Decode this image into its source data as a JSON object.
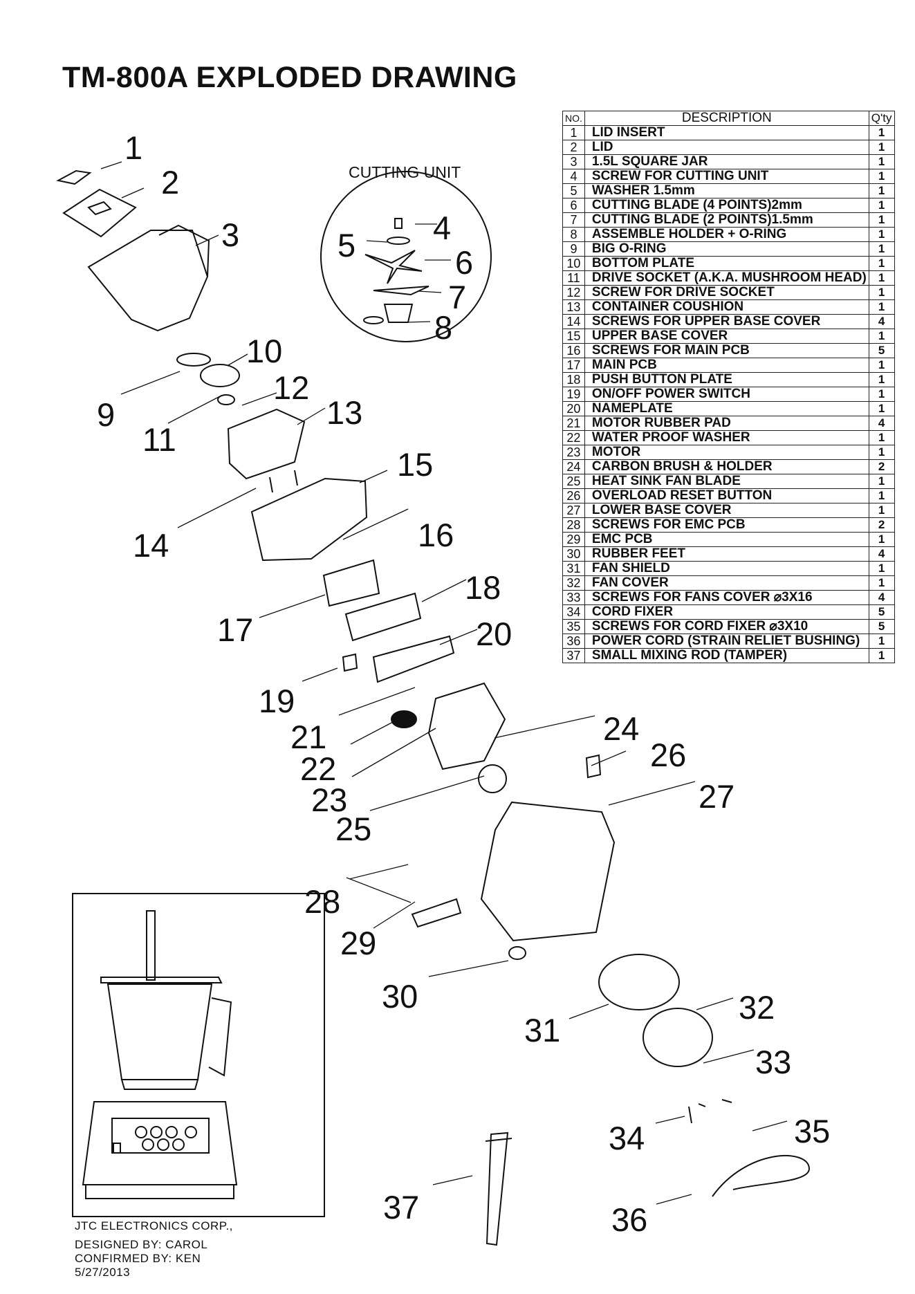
{
  "title": "TM-800A EXPLODED DRAWING",
  "cutting_unit_label": "CUTTING UNIT",
  "table": {
    "headers": {
      "no": "NO.",
      "description": "DESCRIPTION",
      "qty": "Q'ty"
    },
    "rows": [
      {
        "no": "1",
        "description": "LID INSERT",
        "qty": "1"
      },
      {
        "no": "2",
        "description": "LID",
        "qty": "1"
      },
      {
        "no": "3",
        "description": "1.5L SQUARE JAR",
        "qty": "1"
      },
      {
        "no": "4",
        "description": "SCREW FOR CUTTING UNIT",
        "qty": "1"
      },
      {
        "no": "5",
        "description": "WASHER 1.5mm",
        "qty": "1"
      },
      {
        "no": "6",
        "description": "CUTTING BLADE (4 POINTS)2mm",
        "qty": "1"
      },
      {
        "no": "7",
        "description": "CUTTING BLADE (2 POINTS)1.5mm",
        "qty": "1"
      },
      {
        "no": "8",
        "description": "ASSEMBLE HOLDER + O-RING",
        "qty": "1"
      },
      {
        "no": "9",
        "description": "BIG O-RING",
        "qty": "1"
      },
      {
        "no": "10",
        "description": "BOTTOM PLATE",
        "qty": "1"
      },
      {
        "no": "11",
        "description": "DRIVE SOCKET (A.K.A. MUSHROOM HEAD)",
        "qty": "1"
      },
      {
        "no": "12",
        "description": "SCREW FOR DRIVE SOCKET",
        "qty": "1"
      },
      {
        "no": "13",
        "description": "CONTAINER COUSHION",
        "qty": "1"
      },
      {
        "no": "14",
        "description": "SCREWS FOR UPPER BASE COVER",
        "qty": "4"
      },
      {
        "no": "15",
        "description": "UPPER BASE COVER",
        "qty": "1"
      },
      {
        "no": "16",
        "description": "SCREWS FOR MAIN PCB",
        "qty": "5"
      },
      {
        "no": "17",
        "description": "MAIN PCB",
        "qty": "1"
      },
      {
        "no": "18",
        "description": "PUSH BUTTON PLATE",
        "qty": "1"
      },
      {
        "no": "19",
        "description": "ON/OFF POWER SWITCH",
        "qty": "1"
      },
      {
        "no": "20",
        "description": "NAMEPLATE",
        "qty": "1"
      },
      {
        "no": "21",
        "description": "MOTOR RUBBER PAD",
        "qty": "4"
      },
      {
        "no": "22",
        "description": "WATER PROOF WASHER",
        "qty": "1"
      },
      {
        "no": "23",
        "description": "MOTOR",
        "qty": "1"
      },
      {
        "no": "24",
        "description": "CARBON BRUSH & HOLDER",
        "qty": "2"
      },
      {
        "no": "25",
        "description": "HEAT SINK FAN BLADE",
        "qty": "1"
      },
      {
        "no": "26",
        "description": "OVERLOAD RESET BUTTON",
        "qty": "1"
      },
      {
        "no": "27",
        "description": "LOWER BASE COVER",
        "qty": "1"
      },
      {
        "no": "28",
        "description": "SCREWS FOR EMC PCB",
        "qty": "2"
      },
      {
        "no": "29",
        "description": "EMC PCB",
        "qty": "1"
      },
      {
        "no": "30",
        "description": "RUBBER FEET",
        "qty": "4"
      },
      {
        "no": "31",
        "description": "FAN SHIELD",
        "qty": "1"
      },
      {
        "no": "32",
        "description": "FAN COVER",
        "qty": "1"
      },
      {
        "no": "33",
        "description": "SCREWS FOR FANS COVER   ⌀3X16",
        "qty": "4"
      },
      {
        "no": "34",
        "description": "CORD FIXER",
        "qty": "5"
      },
      {
        "no": "35",
        "description": "SCREWS FOR CORD FIXER   ⌀3X10",
        "qty": "5"
      },
      {
        "no": "36",
        "description": "POWER CORD (STRAIN RELIET BUSHING)",
        "qty": "1"
      },
      {
        "no": "37",
        "description": "SMALL MIXING ROD (TAMPER)",
        "qty": "1"
      }
    ]
  },
  "callouts": [
    "1",
    "2",
    "3",
    "4",
    "5",
    "6",
    "7",
    "8",
    "9",
    "10",
    "11",
    "12",
    "13",
    "14",
    "15",
    "16",
    "17",
    "18",
    "19",
    "20",
    "21",
    "22",
    "23",
    "24",
    "25",
    "26",
    "27",
    "28",
    "29",
    "30",
    "31",
    "32",
    "33",
    "34",
    "35",
    "36",
    "37"
  ],
  "footer": {
    "company": "JTC ELECTRONICS CORP.,",
    "designed": "DESIGNED BY: CAROL",
    "confirmed": "CONFIRMED BY: KEN",
    "date": "5/27/2013"
  }
}
